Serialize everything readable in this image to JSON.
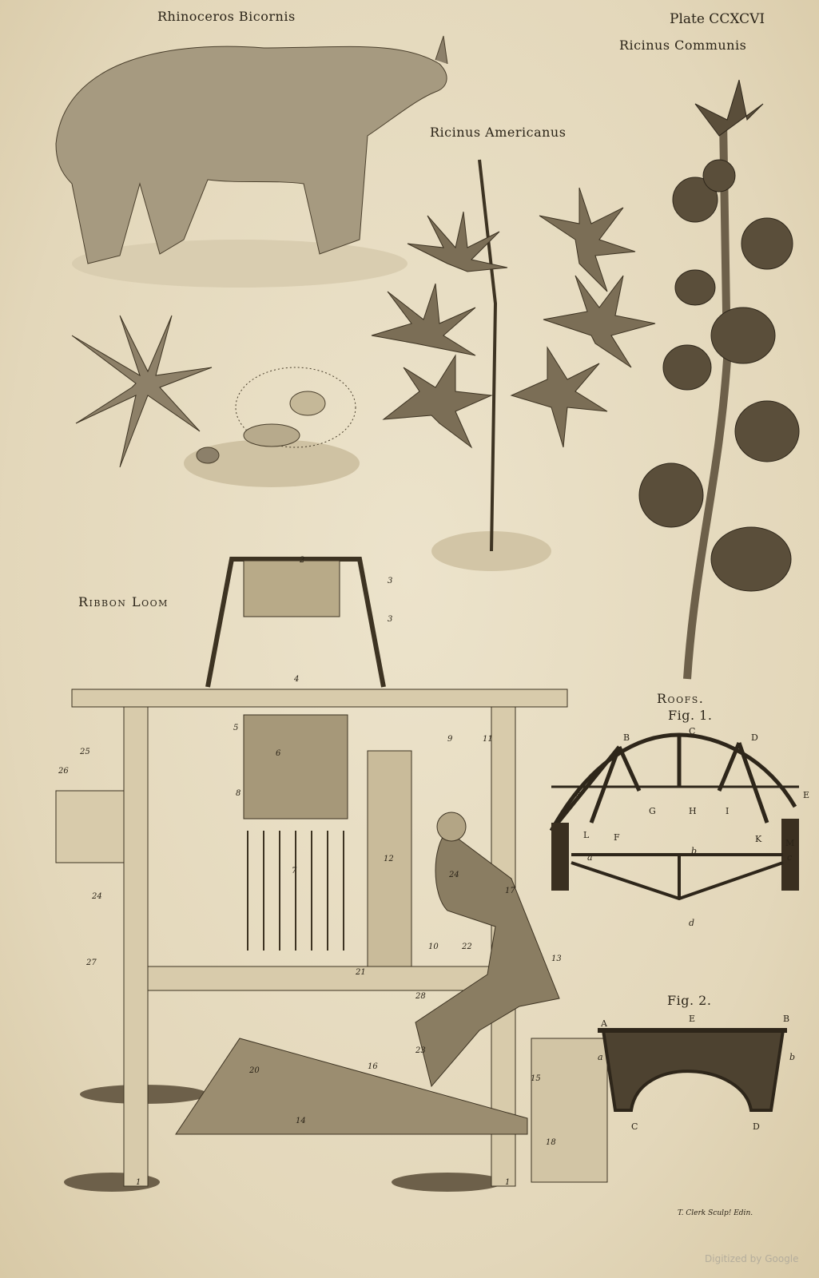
{
  "plate": {
    "title": "Plate CCXCVI",
    "subtitle": "Ricinus Communis"
  },
  "figures": {
    "rhino": "Rhinoceros Bicornis",
    "ricinus_americanus": "Ricinus Americanus",
    "loom": "Ribbon Loom",
    "roofs": "Roofs.",
    "fig1": "Fig. 1.",
    "fig2": "Fig. 2."
  },
  "roof_fig1_labels": [
    "A",
    "B",
    "C",
    "D",
    "E",
    "G",
    "H",
    "I",
    "L",
    "F",
    "K",
    "M",
    "a",
    "b",
    "c",
    "d"
  ],
  "roof_fig2_labels": [
    "A",
    "E",
    "B",
    "a",
    "b",
    "C",
    "D"
  ],
  "loom_numbers": [
    "2",
    "3",
    "3",
    "4",
    "5",
    "6",
    "7",
    "8",
    "9",
    "10",
    "11",
    "12",
    "13",
    "14",
    "15",
    "16",
    "17",
    "18",
    "20",
    "21",
    "22",
    "23",
    "24",
    "24",
    "25",
    "26",
    "27",
    "28",
    "1",
    "1"
  ],
  "credit": "T. Clerk Sculp! Edin.",
  "watermark": "Digitized by Google"
}
